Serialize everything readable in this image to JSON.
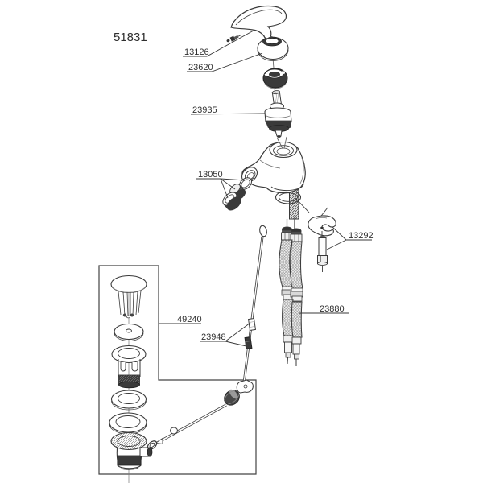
{
  "drawing_number": "51831",
  "part_labels": {
    "13126": "13126",
    "23620": "23620",
    "23935": "23935",
    "13050": "13050",
    "13292": "13292",
    "23880": "23880",
    "23948": "23948",
    "49240": "49240"
  }
}
